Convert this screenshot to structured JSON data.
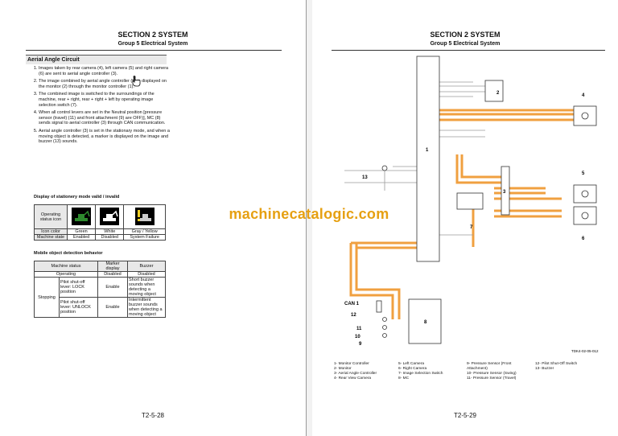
{
  "left_page": {
    "section": "SECTION 2 SYSTEM",
    "group": "Group 5 Electrical System",
    "heading": "Aerial Angle Circuit",
    "items": [
      "Images taken by rear camera (4), left camera (5) and right camera (6) are sent to aerial angle controller (3).",
      "The image combined by aerial angle controller (3) is displayed on the monitor (2) through the monitor controller (1).",
      "The combined image is switched to the surroundings of the machine, rear + right, rear + right + left by operating image selection switch (7).",
      "When all control levers are set in the Neutral position [pressure sensor (travel) (11) and front attachment (9) are OFF)], MC (8) sends signal to aerial controller (3) through CAN communication.",
      "Aerial angle controller (3) is set in the stationary mode, and when a moving object is detected, a marker is displayed on the image and buzzer (13) sounds."
    ],
    "table1_title": "Display of stationery mode valid / invalid",
    "table1": {
      "row_icon_label": "Operating status icon",
      "row_color_label": "Icon color",
      "row_state_label": "Machine state",
      "colors": [
        "Green",
        "White",
        "Gray / Yellow"
      ],
      "states": [
        "Enabled",
        "Disabled",
        "System Failure"
      ]
    },
    "table2_title": "Mobile object detection behavior",
    "table2": {
      "h_status": "Machine status",
      "h_marker": "Marker display",
      "h_buzzer": "Buzzer",
      "operating": "Operating",
      "op_marker": "Disabled",
      "op_buzzer": "Disabled",
      "stopping": "Stopping",
      "lock_label": "Pilot shut-off lever: LOCK position",
      "lock_marker": "Enable",
      "lock_buzzer": "Short buzzer sounds when detecting a moving object",
      "unlock_label": "Pilot shut-off lever: UNLOCK position",
      "unlock_marker": "Enable",
      "unlock_buzzer": "Intermittent buzzer sounds when detecting a moving object"
    },
    "page_number": "T2-5-28"
  },
  "right_page": {
    "section": "SECTION 2 SYSTEM",
    "group": "Group 5 Electrical System",
    "diagram_id": "TDK4-02-05-012",
    "callouts": [
      "1",
      "2",
      "3",
      "4",
      "5",
      "6",
      "7",
      "8",
      "9",
      "10",
      "11",
      "12",
      "13",
      "CAN 1"
    ],
    "legend": [
      "1-   Monitor Controller",
      "2-   Monitor",
      "3-   Aerial Angle Controller",
      "4-   Rear View Camera",
      "5-   Left Camera",
      "6-   Right Camera",
      "7-   Image Selection Switch",
      "8-   MC",
      "9-   Pressure Sensor (Front Attachment)",
      "10-  Pressure Sensor (Swing)",
      "11-  Pressure Sensor (Travel)",
      "12-  Pilot Shut-Off Switch",
      "13-  Buzzer"
    ],
    "page_number": "T2-5-29"
  },
  "watermark": "machinecatalogic.com",
  "colors": {
    "wire_orange": "#f0a040",
    "wire_gray": "#9a9a9a",
    "watermark": "#e6a012"
  }
}
